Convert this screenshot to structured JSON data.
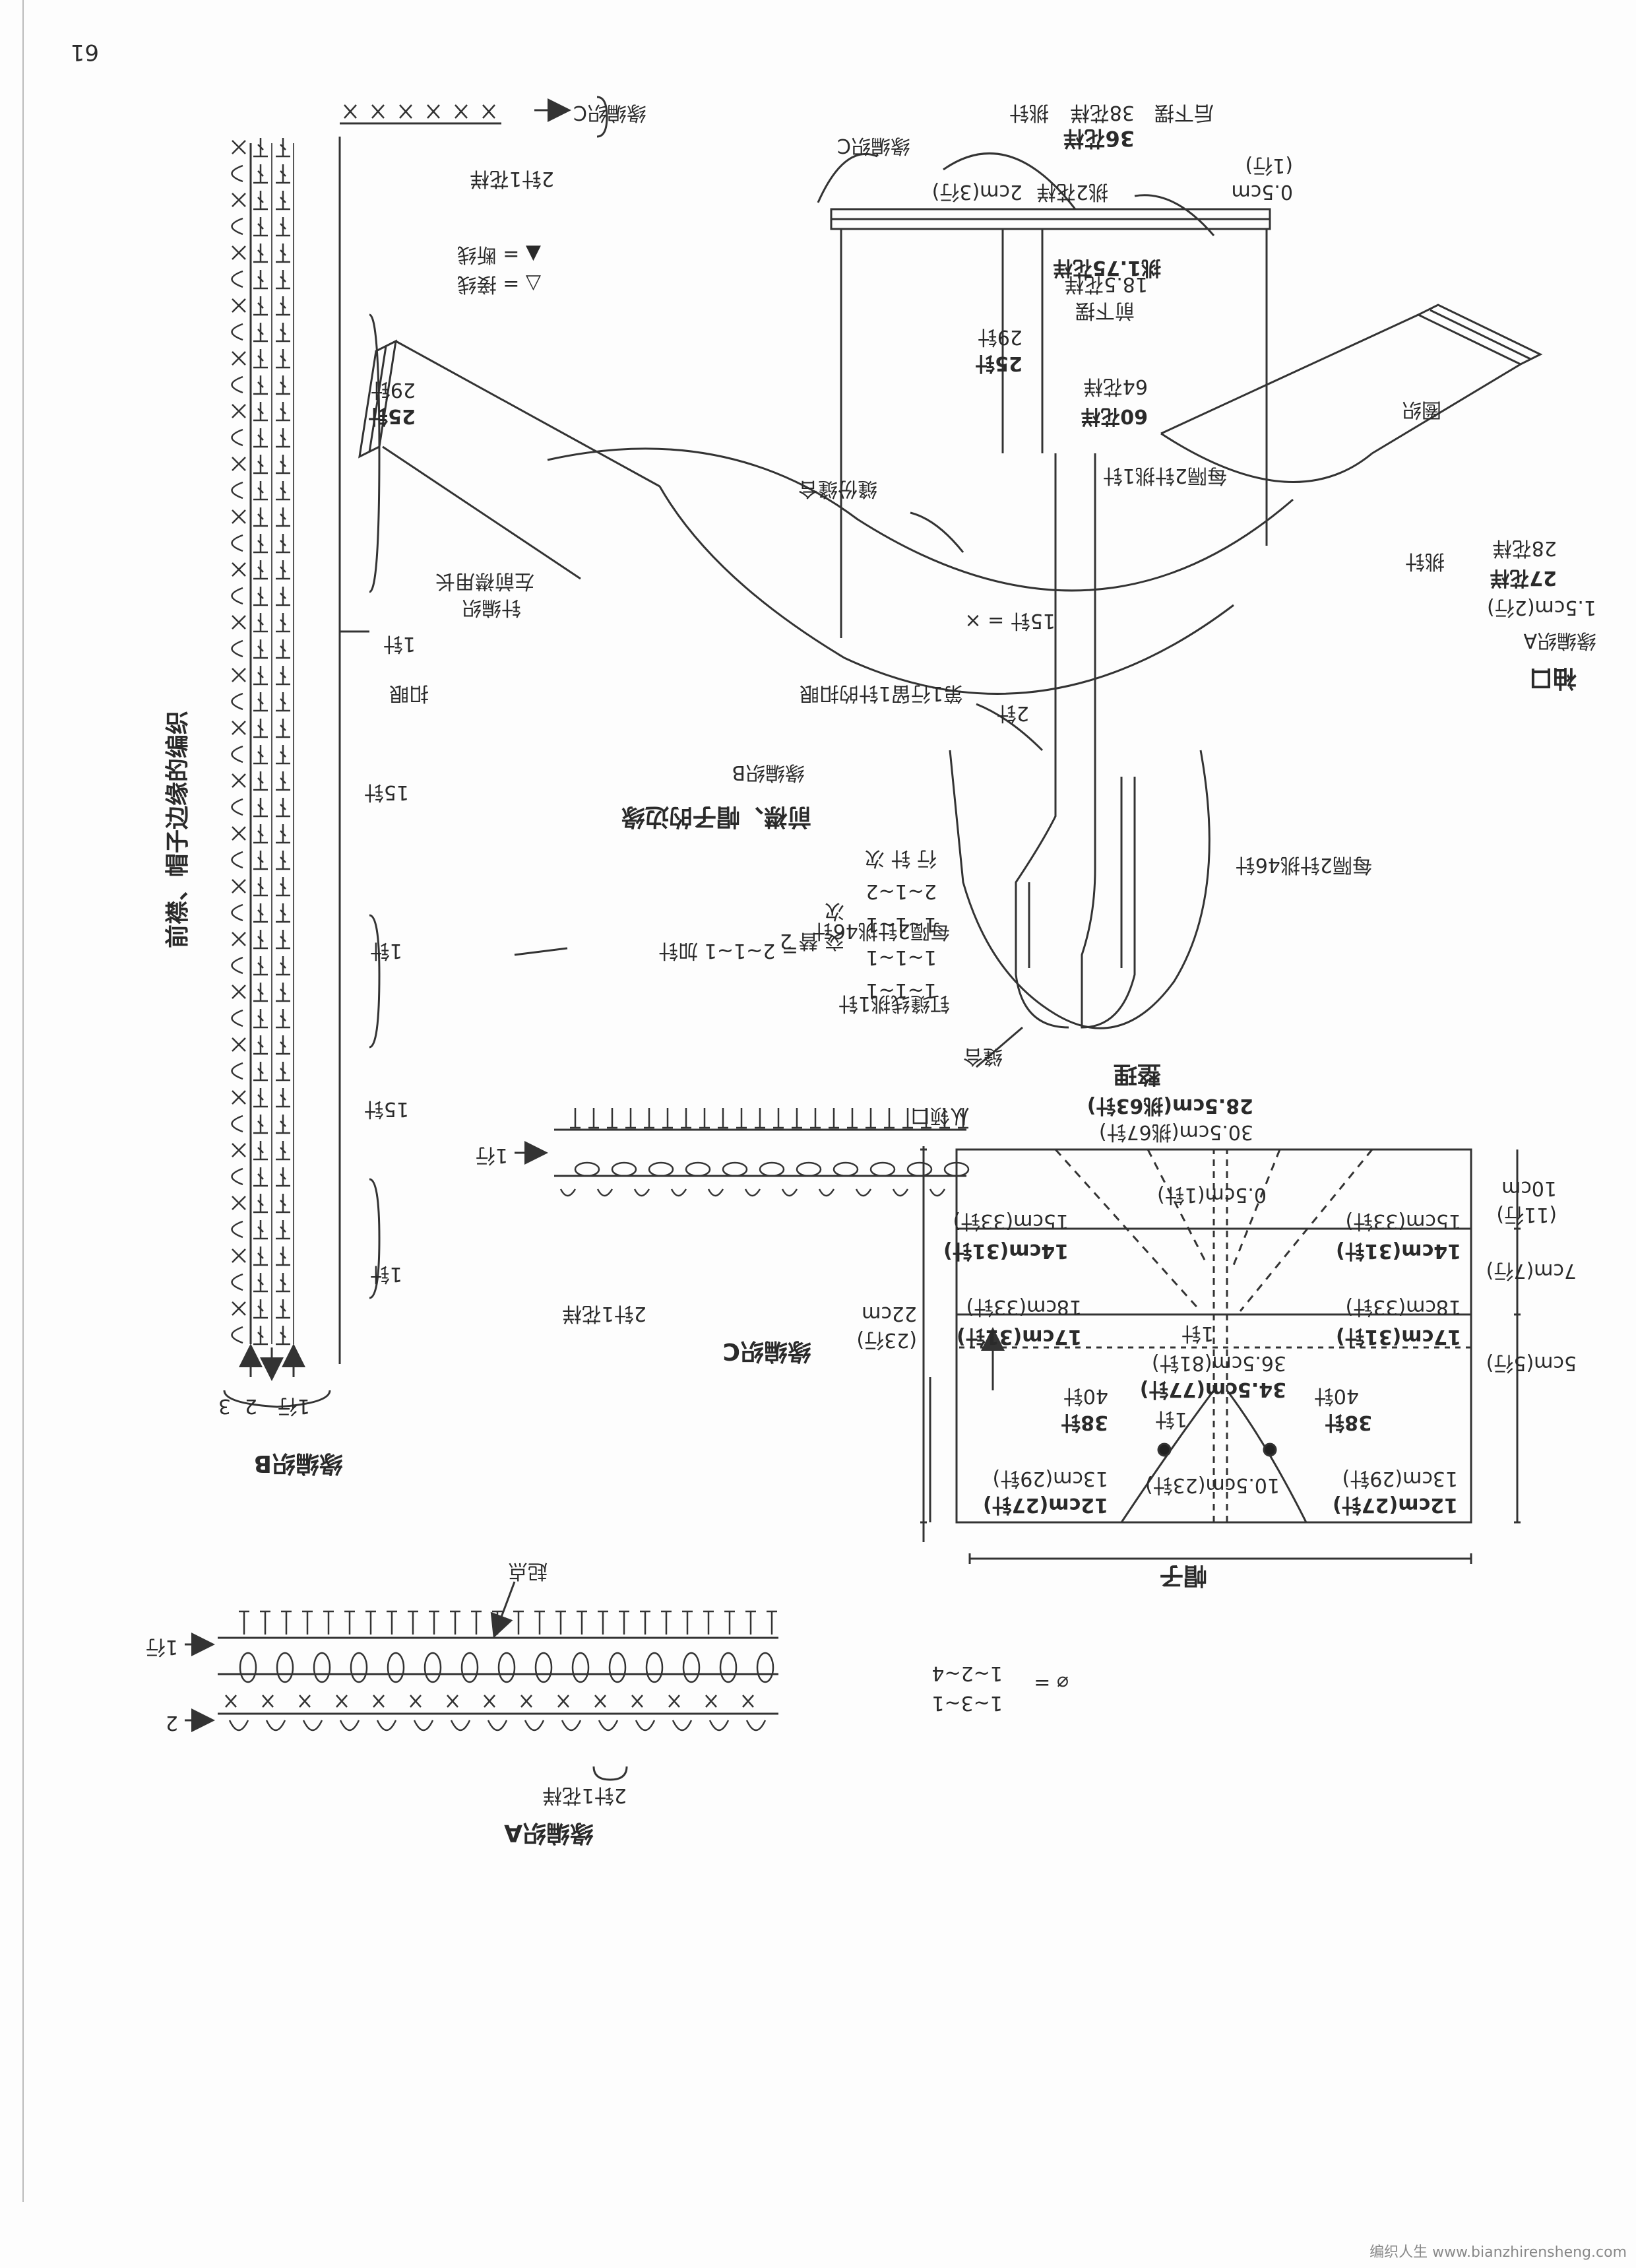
{
  "page_number": "61",
  "assembly": {
    "title": "整理",
    "cuff_label": "袖口",
    "edging_a_cuff": "缘编织A",
    "cuff_rows": "1.5cm(2行)",
    "cuff_pick_bold": "27花样",
    "cuff_pick": "28花样",
    "cuff_pick_unit": "挑针",
    "ring": "圈织",
    "sleeve_seam": "缝份缝合",
    "back_hem": "后下摆",
    "back_hem_bold": "36花样",
    "back_hem_pick": "38花样",
    "back_hem_pick_unit": "挑针",
    "edging_c": "缘编织C",
    "edge_2cm": "2cm(3行)",
    "pick_2": "挑2花样",
    "edge_05": "0.5cm",
    "edge_05_rows": "(1行)",
    "front_hem": "前下摆",
    "front_hem_pick_bold": "挑1.75花样",
    "front_hem_pick": "18.5花样",
    "front_60_bold": "60花样",
    "front_64": "64花样",
    "every2_1": "每隔2针挑1针",
    "front_25_bold": "25针",
    "front_29": "29针",
    "x_15": "15针 = ×",
    "buttonhole_note": "第1行留1针的扣眼",
    "two_needles": "2针",
    "front_band_title": "前襟、帽子的边缘",
    "edging_b": "缘编织B",
    "every2_46_a": "每隔2针挑46针",
    "every2_46_b": "每隔2针挑46针",
    "attach_1": "钉缝线挑1针",
    "seam": "缝合"
  },
  "band_chart": {
    "title": "前襟、帽子边缘的编织",
    "edging_b": "缘编织B",
    "rows": [
      "1行",
      "2",
      "3"
    ],
    "edging_c_mark": "缘编织C",
    "repeat_2_1": "2针1花样",
    "legend_join": "△ = 接线",
    "legend_cut": "▲ = 断线",
    "bold_25": "25针",
    "count_29": "29针",
    "left_front_note_1": "左前襟用长",
    "left_front_note_2": "针编织",
    "one_needle": "1针",
    "buttonhole": "扣眼",
    "count_15a": "15针",
    "count_1": "1针",
    "count_15b": "15针",
    "count_1b": "1针"
  },
  "edging_c_chart": {
    "title": "缘编织C",
    "repeat": "2针1花样",
    "row": "1行"
  },
  "edging_a_chart": {
    "title": "缘编织A",
    "repeat": "2针1花样",
    "start_note": "起点",
    "row1": "1行",
    "row2": "2"
  },
  "increase_legend": {
    "header": "行 针 次",
    "rows": [
      "2~1~2",
      "1~1~1",
      "1~1~1",
      "1~1~1"
    ],
    "mid": "交 替 2",
    "times": "次",
    "eq": "= 2~1~1 加针"
  },
  "hood": {
    "title": "帽子",
    "legend_sym": "⌀ =",
    "legend_vals": [
      "1~3~1",
      "1~2~4"
    ],
    "from_neck": "从领口",
    "pick_bold": "28.5cm(挑63针)",
    "pick": "30.5cm(挑67针)",
    "top_05": "0.5cm(1针)",
    "left_15": "15cm(33针)",
    "left_14": "14cm(31针)",
    "right_15": "15cm(33针)",
    "right_14": "14cm(31针)",
    "left_18": "18cm(33针)",
    "left_17": "17cm(31针)",
    "right_18": "18cm(33针)",
    "right_17": "17cm(31针)",
    "mid_1a": "1针",
    "mid_365": "36.5cm(81针)",
    "mid_345": "34.5cm(77针)",
    "mid_1b": "1针",
    "row_40a": "40针",
    "row_38a": "38针",
    "row_40b": "40针",
    "row_38b": "38针",
    "bot_13l": "13cm(29针)",
    "bot_12l": "12cm(27针)",
    "bot_105": "10.5cm(23针)",
    "bot_13r": "13cm(29针)",
    "bot_12r": "12cm(27针)",
    "h_10": "10cm",
    "h_10_rows": "(11行)",
    "h_7": "7cm(7行)",
    "h_5": "5cm(5行)",
    "h_22": "22cm",
    "h_22_rows": "(23行)"
  },
  "watermark": "编织人生 www.bianzhirensheng.com"
}
